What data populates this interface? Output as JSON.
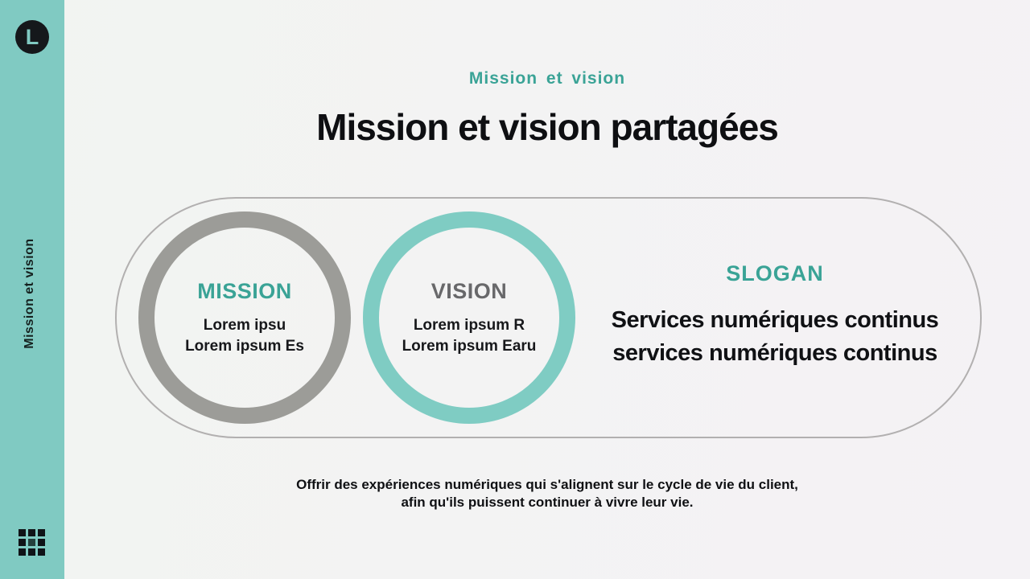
{
  "sidebar": {
    "logo_letter": "L",
    "vertical_label": "Mission et vision"
  },
  "header": {
    "kicker": "Mission et vision",
    "title": "Mission et vision partagées"
  },
  "diagram": {
    "mission": {
      "heading": "MISSION",
      "line1": "Lorem ipsu",
      "line2": "Lorem ipsum Es"
    },
    "vision": {
      "heading": "VISION",
      "line1": "Lorem ipsum R",
      "line2": "Lorem ipsum Earu"
    },
    "slogan": {
      "heading": "SLOGAN",
      "line1": "Services numériques continus",
      "line2": "services numériques continus"
    }
  },
  "footer": {
    "line1": "Offrir des expériences numériques qui s'alignent sur le cycle de vie du client,",
    "line2": "afin qu'ils puissent continuer à vivre leur vie."
  },
  "colors": {
    "sidebar_teal": "#80cac2",
    "accent_teal": "#3aa396",
    "teal_ring": "#7fccc3",
    "gray_ring": "#9c9c98",
    "gray_heading": "#68686a",
    "dark": "#15181b",
    "background": "#f3f3f3",
    "pill_border": "#b2b0b0"
  }
}
